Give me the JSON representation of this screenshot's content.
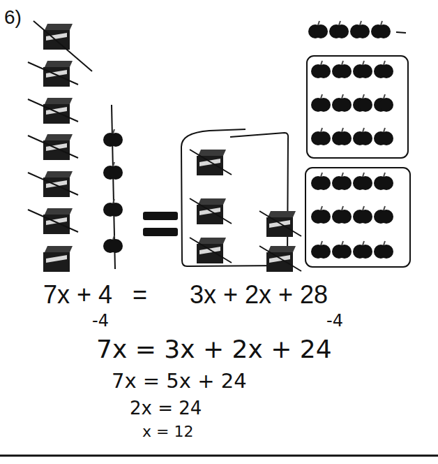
{
  "diagram": {
    "labels": [
      "6)",
      "7x + 4",
      "=",
      "3x + 2x + 28",
      "-4",
      "-4",
      "7x = 3x + 2x + 24",
      "7x = 5x + 24",
      "2x = 24",
      "x = 12"
    ]
  }
}
